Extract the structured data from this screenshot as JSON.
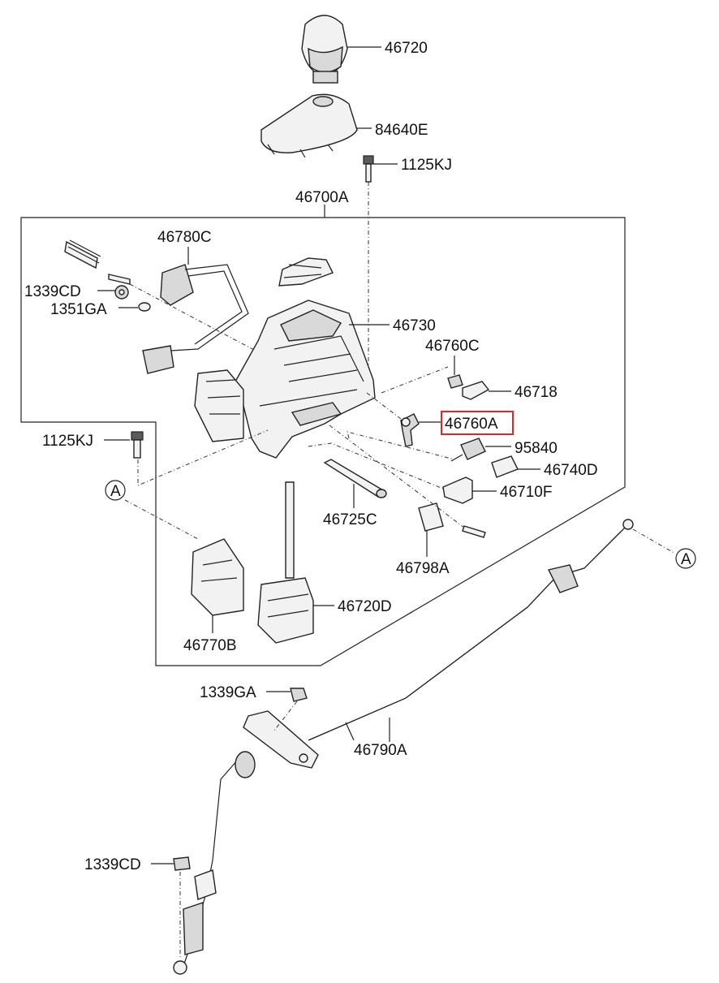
{
  "labels": {
    "p46720": "46720",
    "p84640E": "84640E",
    "p1125KJ_top": "1125KJ",
    "p46700A": "46700A",
    "p46780C": "46780C",
    "p1339CD_top": "1339CD",
    "p1351GA": "1351GA",
    "p46730": "46730",
    "p46760C": "46760C",
    "p46718": "46718",
    "p46760A": "46760A",
    "p1125KJ_left": "1125KJ",
    "p95840": "95840",
    "p46740D": "46740D",
    "p46710F": "46710F",
    "p46725C": "46725C",
    "p46798A": "46798A",
    "p46720D": "46720D",
    "p46770B": "46770B",
    "p1339GA": "1339GA",
    "p46790A": "46790A",
    "p1339CD_bottom": "1339CD",
    "ref_a_left": "A",
    "ref_a_right": "A"
  },
  "highlighted_part": "46760A",
  "colors": {
    "highlight": "#e0282a",
    "line": "#222222"
  }
}
